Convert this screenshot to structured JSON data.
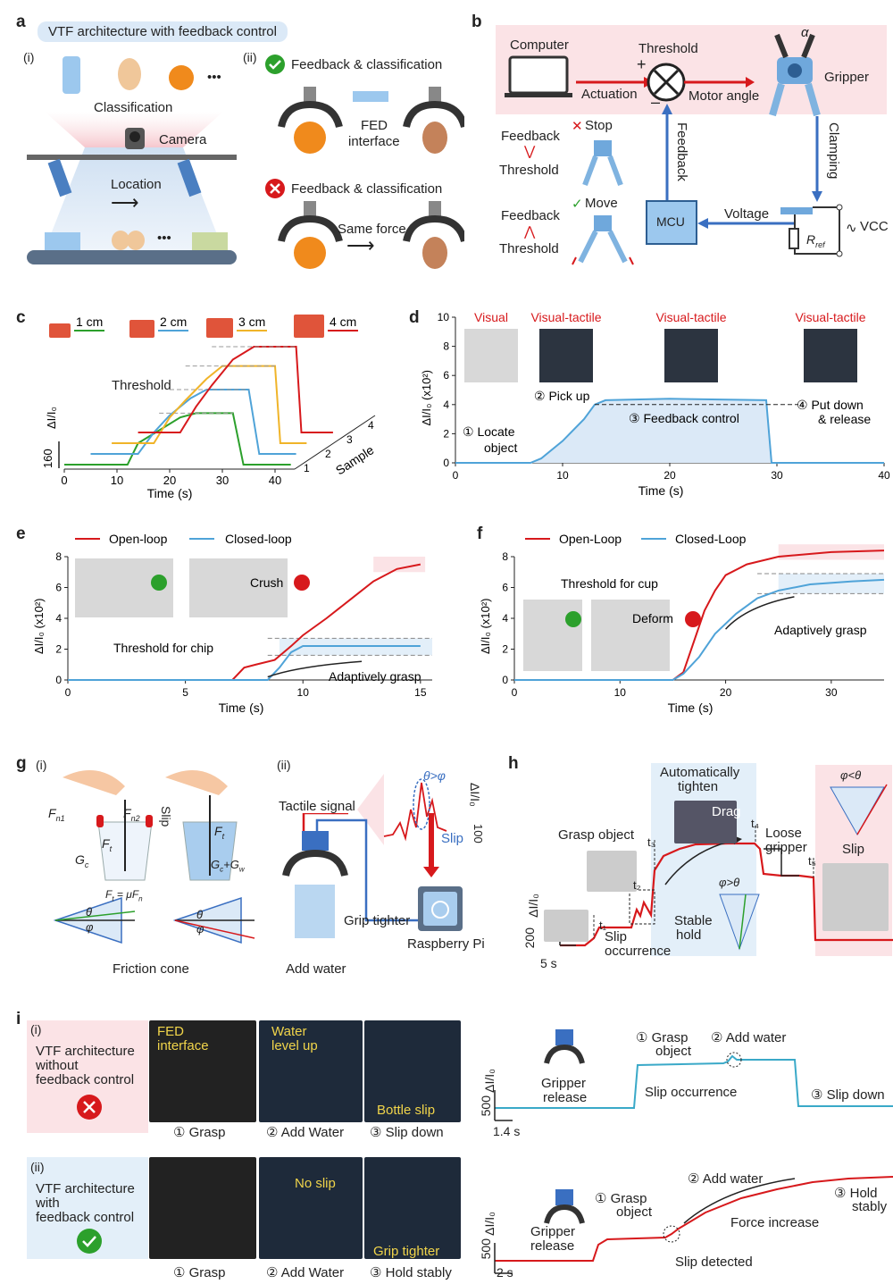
{
  "panel_a": {
    "label": "a",
    "title": "VTF architecture with feedback control",
    "sub_i": "(i)",
    "sub_ii": "(ii)",
    "classification": "Classification",
    "camera": "Camera",
    "location": "Location",
    "dots": "•••",
    "fb_ok": "Feedback & classification",
    "fed": "FED",
    "interface": "interface",
    "fb_fail": "Feedback & classification",
    "same_force": "Same force"
  },
  "panel_b": {
    "label": "b",
    "computer": "Computer",
    "threshold": "Threshold",
    "plus": "+",
    "minus": "–",
    "actuation": "Actuation",
    "motor_angle": "Motor angle",
    "gripper": "Gripper",
    "alpha": "α",
    "clamping": "Clamping",
    "feedback_v": "Feedback",
    "stop": "Stop",
    "move": "Move",
    "feedback1": "Feedback",
    "threshold1": "Threshold",
    "feedback2": "Feedback",
    "threshold2": "Threshold",
    "mcu": "MCU",
    "voltage": "Voltage",
    "vcc": "VCC",
    "rref": "R",
    "rref_sub": "ref"
  },
  "panel_c": {
    "label": "c",
    "sizes": [
      "1 cm",
      "2 cm",
      "3 cm",
      "4 cm"
    ],
    "threshold": "Threshold",
    "ylabel": "ΔI/I₀",
    "scale": "160",
    "xlabel": "Time (s)",
    "xticks": [
      "0",
      "10",
      "20",
      "30",
      "40"
    ],
    "sample_label": "Sample",
    "sample_ticks": [
      "1",
      "2",
      "3",
      "4"
    ]
  },
  "panel_d": {
    "label": "d",
    "tags": [
      "Visual",
      "Visual-tactile",
      "Visual-tactile",
      "Visual-tactile"
    ],
    "step1": "① Locate",
    "step1b": "object",
    "step2": "② Pick up",
    "step3": "③ Feedback control",
    "step4": "④ Put down",
    "step4b": "& release",
    "ylabel": "ΔI/I₀ (x10²)",
    "xlabel": "Time (s)",
    "yticks": [
      "0",
      "2",
      "4",
      "6",
      "8",
      "10"
    ],
    "xticks": [
      "0",
      "10",
      "20",
      "30",
      "40"
    ]
  },
  "panel_e": {
    "label": "e",
    "legend": [
      "Open-loop",
      "Closed-loop"
    ],
    "crush": "Crush",
    "threshold": "Threshold for chip",
    "adaptive": "Adaptively grasp",
    "ylabel": "ΔI/I₀ (x10²)",
    "xlabel": "Time (s)",
    "yticks": [
      "0",
      "2",
      "4",
      "6",
      "8"
    ],
    "xticks": [
      "0",
      "5",
      "10",
      "15"
    ]
  },
  "panel_f": {
    "label": "f",
    "legend": [
      "Open-Loop",
      "Closed-Loop"
    ],
    "threshold": "Threshold for cup",
    "deform": "Deform",
    "adaptive": "Adaptively grasp",
    "ylabel": "ΔI/I₀ (x10²)",
    "xlabel": "Time (s)",
    "yticks": [
      "0",
      "2",
      "4",
      "6",
      "8"
    ],
    "xticks": [
      "0",
      "10",
      "20",
      "30"
    ]
  },
  "panel_g": {
    "label": "g",
    "sub_i": "(i)",
    "sub_ii": "(ii)",
    "fn1": "F",
    "fn1_sub": "n1",
    "fn2": "F",
    "fn2_sub": "n2",
    "ft": "F",
    "ft_sub": "t",
    "gc": "G",
    "gc_sub": "c",
    "slip": "Slip",
    "gcgw": "G",
    "gcgw_sub": "c",
    "gcgw_plus": "+G",
    "gcgw_sub2": "w",
    "friction_eq": "F",
    "friction_eq_sub": "t",
    "friction_eq_rest": " = μF",
    "friction_eq_sub2": "n",
    "theta": "θ",
    "phi": "φ",
    "friction_cone": "Friction cone",
    "tactile_signal": "Tactile signal",
    "theta_gt_phi": "θ>φ",
    "slip2": "Slip",
    "ylabel": "ΔI/I₀",
    "scale": "100",
    "grip_tighter": "Grip tighter",
    "add_water": "Add water",
    "raspberry": "Raspberry Pi"
  },
  "panel_h": {
    "label": "h",
    "auto": "Automatically",
    "auto2": "tighten",
    "drag": "Drag",
    "grasp": "Grasp object",
    "loose": "Loose",
    "loose2": "gripper",
    "phi_lt_theta": "φ<θ",
    "slip": "Slip",
    "phi_gt_theta": "φ>θ",
    "stable": "Stable",
    "stable2": "hold",
    "slip_occ": "Slip",
    "slip_occ2": "occurrence",
    "ylabel": "ΔI/I₀",
    "scale": "200",
    "time": "5 s",
    "t1": "t₁",
    "t2": "t₂",
    "t3": "t₃",
    "t4": "t₄",
    "t5": "t₅"
  },
  "panel_i": {
    "label": "i",
    "sub_i": "(i)",
    "left_i": [
      "VTF architecture",
      "without",
      "feedback control"
    ],
    "fed": "FED",
    "interface": "interface",
    "water_level": "Water",
    "water_level2": "level up",
    "bottle_slip": "Bottle slip",
    "steps_i": [
      "① Grasp",
      "② Add Water",
      "③ Slip down"
    ],
    "sub_ii": "(ii)",
    "left_ii": [
      "VTF architecture",
      "with",
      "feedback control"
    ],
    "no_slip": "No slip",
    "grip_tighter": "Grip tighter",
    "steps_ii": [
      "① Grasp",
      "② Add Water",
      "③ Hold stably"
    ],
    "top_plot": {
      "grasp": "① Grasp",
      "grasp2": "object",
      "add_water": "② Add water",
      "gripper": "Gripper",
      "release": "release",
      "slip_occ": "Slip occurrence",
      "slip_down": "③ Slip down",
      "ylabel": "ΔI/I₀",
      "scale": "500",
      "time": "1.4 s"
    },
    "bottom_plot": {
      "add_water": "② Add water",
      "grasp": "① Grasp",
      "grasp2": "object",
      "hold": "③ Hold",
      "hold2": "stably",
      "gripper": "Gripper",
      "release": "release",
      "force_increase": "Force increase",
      "slip_detected": "Slip detected",
      "ylabel": "ΔI/I₀",
      "scale": "500",
      "time": "2 s"
    }
  },
  "colors": {
    "red": "#d7191c",
    "blue": "#4fa3d8",
    "green": "#2ca02c",
    "yellow": "#f0b429",
    "cyan": "#3aa9c8",
    "pink": "#fbe3e6",
    "lightblue": "#e3eff9"
  },
  "chart_data": [
    {
      "type": "line",
      "panel": "c",
      "xlabel": "Time (s)",
      "ylabel": "ΔI/I₀",
      "xlim": [
        0,
        45
      ],
      "series": [
        {
          "name": "1 cm",
          "x": [
            0,
            12,
            14,
            18,
            22,
            25,
            32,
            34,
            43
          ],
          "y": [
            0,
            0,
            0.5,
            0.8,
            1.1,
            1.2,
            1.2,
            0,
            0
          ]
        },
        {
          "name": "2 cm",
          "x": [
            5,
            14,
            17,
            20,
            24,
            27,
            35,
            37,
            44
          ],
          "y": [
            0,
            0,
            0.5,
            0.9,
            1.3,
            1.5,
            1.5,
            0,
            0
          ]
        },
        {
          "name": "3 cm",
          "x": [
            9,
            17,
            20,
            23,
            27,
            30,
            40,
            41,
            46
          ],
          "y": [
            0,
            0,
            0.6,
            1.0,
            1.5,
            1.8,
            1.8,
            0,
            0
          ]
        },
        {
          "name": "4 cm",
          "x": [
            14,
            22,
            25,
            28,
            32,
            36,
            44,
            45,
            51
          ],
          "y": [
            0,
            0,
            0.6,
            1.1,
            1.7,
            2.0,
            2.0,
            0,
            0
          ]
        }
      ]
    },
    {
      "type": "line",
      "panel": "d",
      "xlabel": "Time (s)",
      "ylabel": "ΔI/I₀ (x10²)",
      "xlim": [
        0,
        40
      ],
      "ylim": [
        0,
        10
      ],
      "series": [
        {
          "name": "",
          "x": [
            0,
            7,
            8,
            10,
            12,
            13,
            14,
            20,
            29,
            29.5,
            40
          ],
          "y": [
            0,
            0,
            0.3,
            1.5,
            3,
            4,
            4.3,
            4.4,
            4.3,
            0,
            0
          ]
        }
      ],
      "threshold": 4.0
    },
    {
      "type": "line",
      "panel": "e",
      "xlabel": "Time (s)",
      "ylabel": "ΔI/I₀ (x10²)",
      "xlim": [
        0,
        15.5
      ],
      "ylim": [
        0,
        8
      ],
      "series": [
        {
          "name": "Open-loop",
          "x": [
            0,
            7,
            7.5,
            8,
            8.8,
            9.5,
            10,
            11,
            12,
            13,
            14,
            15
          ],
          "y": [
            0,
            0,
            0.8,
            1,
            1.3,
            2.2,
            2.9,
            4,
            5.2,
            6.4,
            7.2,
            7.5
          ]
        },
        {
          "name": "Closed-loop",
          "x": [
            0,
            8.5,
            9,
            9.5,
            10,
            15
          ],
          "y": [
            0,
            0,
            0.8,
            1.8,
            2.2,
            2.2
          ]
        }
      ],
      "threshold": [
        1.6,
        2.7
      ]
    },
    {
      "type": "line",
      "panel": "f",
      "xlabel": "Time (s)",
      "ylabel": "ΔI/I₀ (x10²)",
      "xlim": [
        0,
        35
      ],
      "ylim": [
        0,
        8
      ],
      "series": [
        {
          "name": "Open-Loop",
          "x": [
            0,
            15,
            16,
            17,
            18,
            19,
            20,
            22,
            25,
            30,
            35
          ],
          "y": [
            0,
            0,
            0.5,
            2.5,
            4.5,
            5.8,
            6.8,
            7.5,
            8.0,
            8.3,
            8.4
          ]
        },
        {
          "name": "Closed-Loop",
          "x": [
            0,
            15,
            16,
            17.5,
            19,
            21,
            23,
            25,
            28,
            32,
            35
          ],
          "y": [
            0,
            0,
            0.4,
            1.5,
            3,
            4.3,
            5.3,
            5.8,
            6.2,
            6.4,
            6.5
          ]
        }
      ],
      "threshold": [
        5.6,
        6.9
      ]
    }
  ]
}
